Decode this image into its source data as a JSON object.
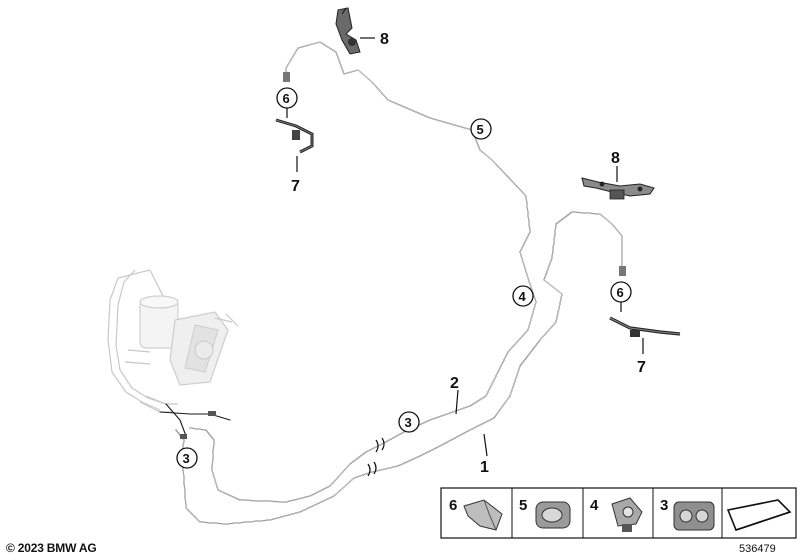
{
  "labels": {
    "part_1": "1",
    "part_2": "2",
    "part_3": "3",
    "part_4": "4",
    "part_5": "5",
    "part_6": "6",
    "part_7": "7",
    "part_8": "8"
  },
  "legend": {
    "items": [
      "6",
      "5",
      "4",
      "3"
    ]
  },
  "footer": {
    "copyright": "© 2023 BMW AG",
    "reference": "536479"
  }
}
